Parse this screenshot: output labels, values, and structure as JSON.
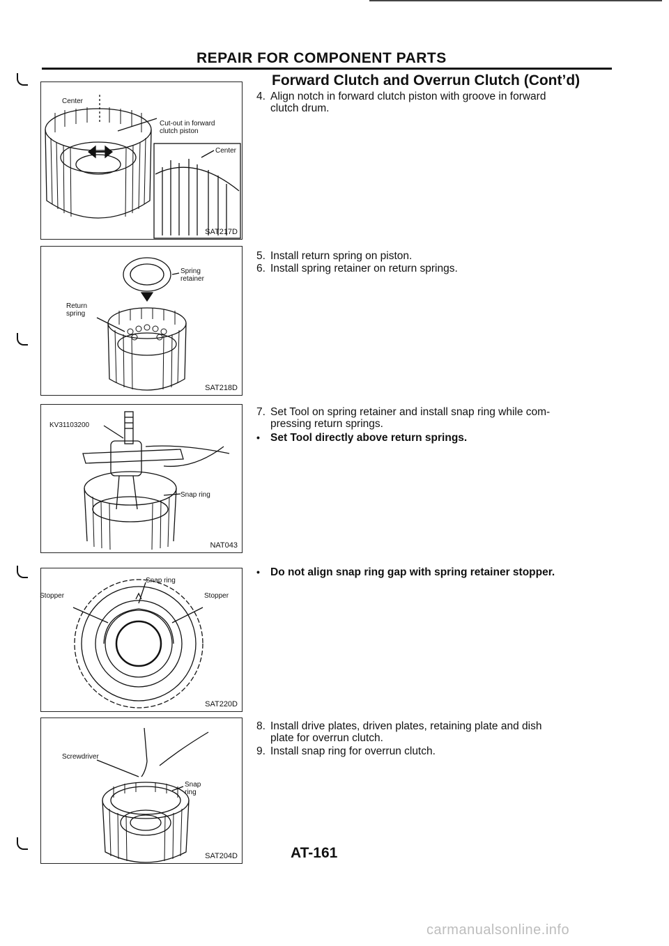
{
  "header": {
    "title": "REPAIR FOR COMPONENT PARTS",
    "section_title": "Forward Clutch and Overrun Clutch (Cont’d)"
  },
  "figures": [
    {
      "code": "SAT217D",
      "labels": {
        "center_top": "Center",
        "cutout_line1": "Cut-out in forward",
        "cutout_line2": "clutch piston",
        "center_inset": "Center"
      }
    },
    {
      "code": "SAT218D",
      "labels": {
        "spring_retainer_line1": "Spring",
        "spring_retainer_line2": "retainer",
        "return_spring_line1": "Return",
        "return_spring_line2": "spring"
      }
    },
    {
      "code": "NAT043",
      "labels": {
        "tool": "KV31103200",
        "snap_ring": "Snap ring"
      }
    },
    {
      "code": "SAT220D",
      "labels": {
        "snap_ring": "Snap ring",
        "stopper_left": "Stopper",
        "stopper_right": "Stopper"
      }
    },
    {
      "code": "SAT204D",
      "labels": {
        "screwdriver": "Screwdriver",
        "snap_line1": "Snap",
        "snap_line2": "ring"
      }
    }
  ],
  "steps": [
    {
      "num": "4.",
      "line1": "Align notch in forward clutch piston with groove in forward",
      "line2": "clutch drum."
    },
    {
      "num": "5.",
      "line1": "Install return spring on piston."
    },
    {
      "num": "6.",
      "line1": "Install spring retainer on return springs."
    },
    {
      "num": "7.",
      "line1": "Set Tool on spring retainer and install snap ring while com-",
      "line2": "pressing return springs."
    },
    {
      "bullet": "•",
      "line1": "Set Tool directly above return springs."
    },
    {
      "bullet": "•",
      "line1": "Do not align snap ring gap with spring retainer stopper."
    },
    {
      "num": "8.",
      "line1": "Install drive plates, driven plates, retaining plate and dish",
      "line2": "plate for overrun clutch."
    },
    {
      "num": "9.",
      "line1": "Install snap ring for overrun clutch."
    }
  ],
  "footer": {
    "page_number": "AT-161",
    "site": "carmanualsonline.info"
  }
}
